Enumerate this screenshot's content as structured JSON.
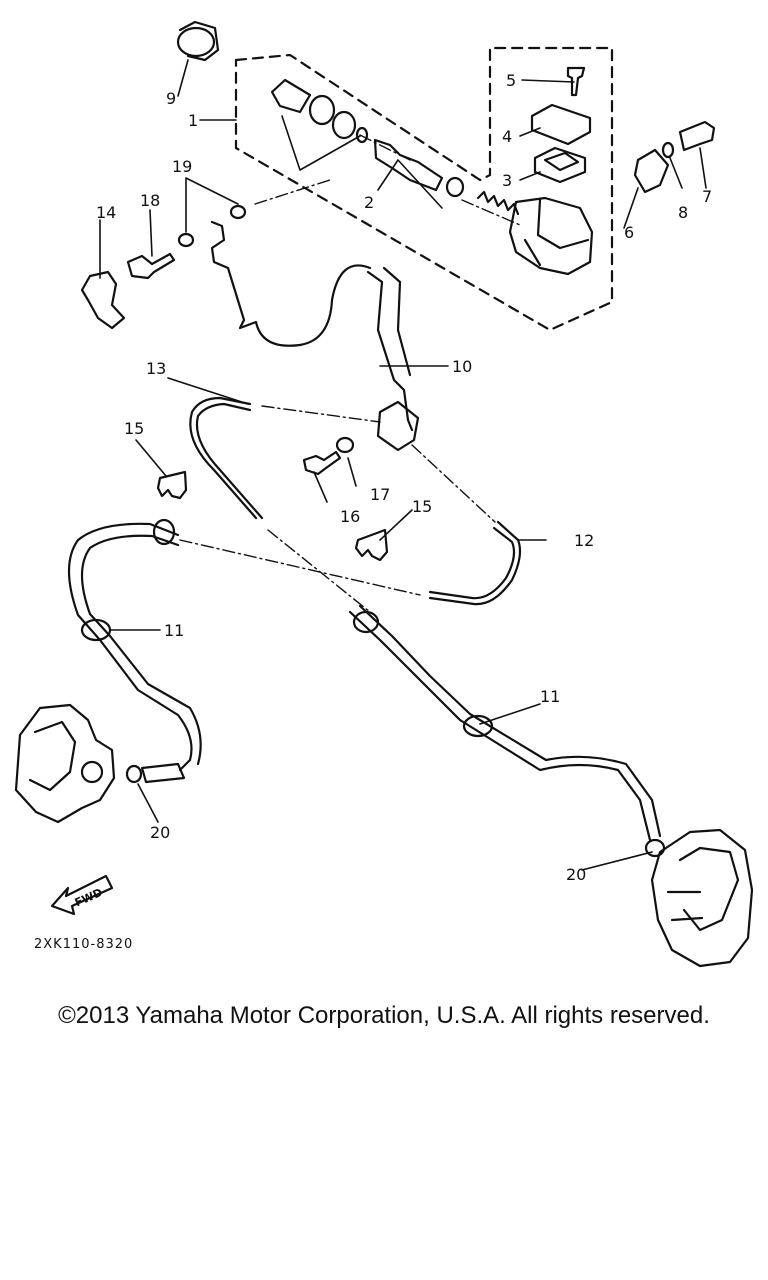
{
  "diagram": {
    "part_numbers": {
      "p1": "1",
      "p2": "2",
      "p3": "3",
      "p4": "4",
      "p5": "5",
      "p6": "6",
      "p7": "7",
      "p8": "8",
      "p9": "9",
      "p10": "10",
      "p11a": "11",
      "p11b": "11",
      "p12": "12",
      "p13": "13",
      "p14": "14",
      "p15a": "15",
      "p15b": "15",
      "p16": "16",
      "p17": "17",
      "p18": "18",
      "p19": "19",
      "p20a": "20",
      "p20b": "20"
    },
    "fwd_label": "FWD",
    "drawing_code": "2XK110-8320"
  },
  "footer": {
    "copyright": "©2013 Yamaha Motor Corporation, U.S.A. All rights reserved."
  },
  "colors": {
    "ink": "#111111",
    "background": "#ffffff"
  }
}
